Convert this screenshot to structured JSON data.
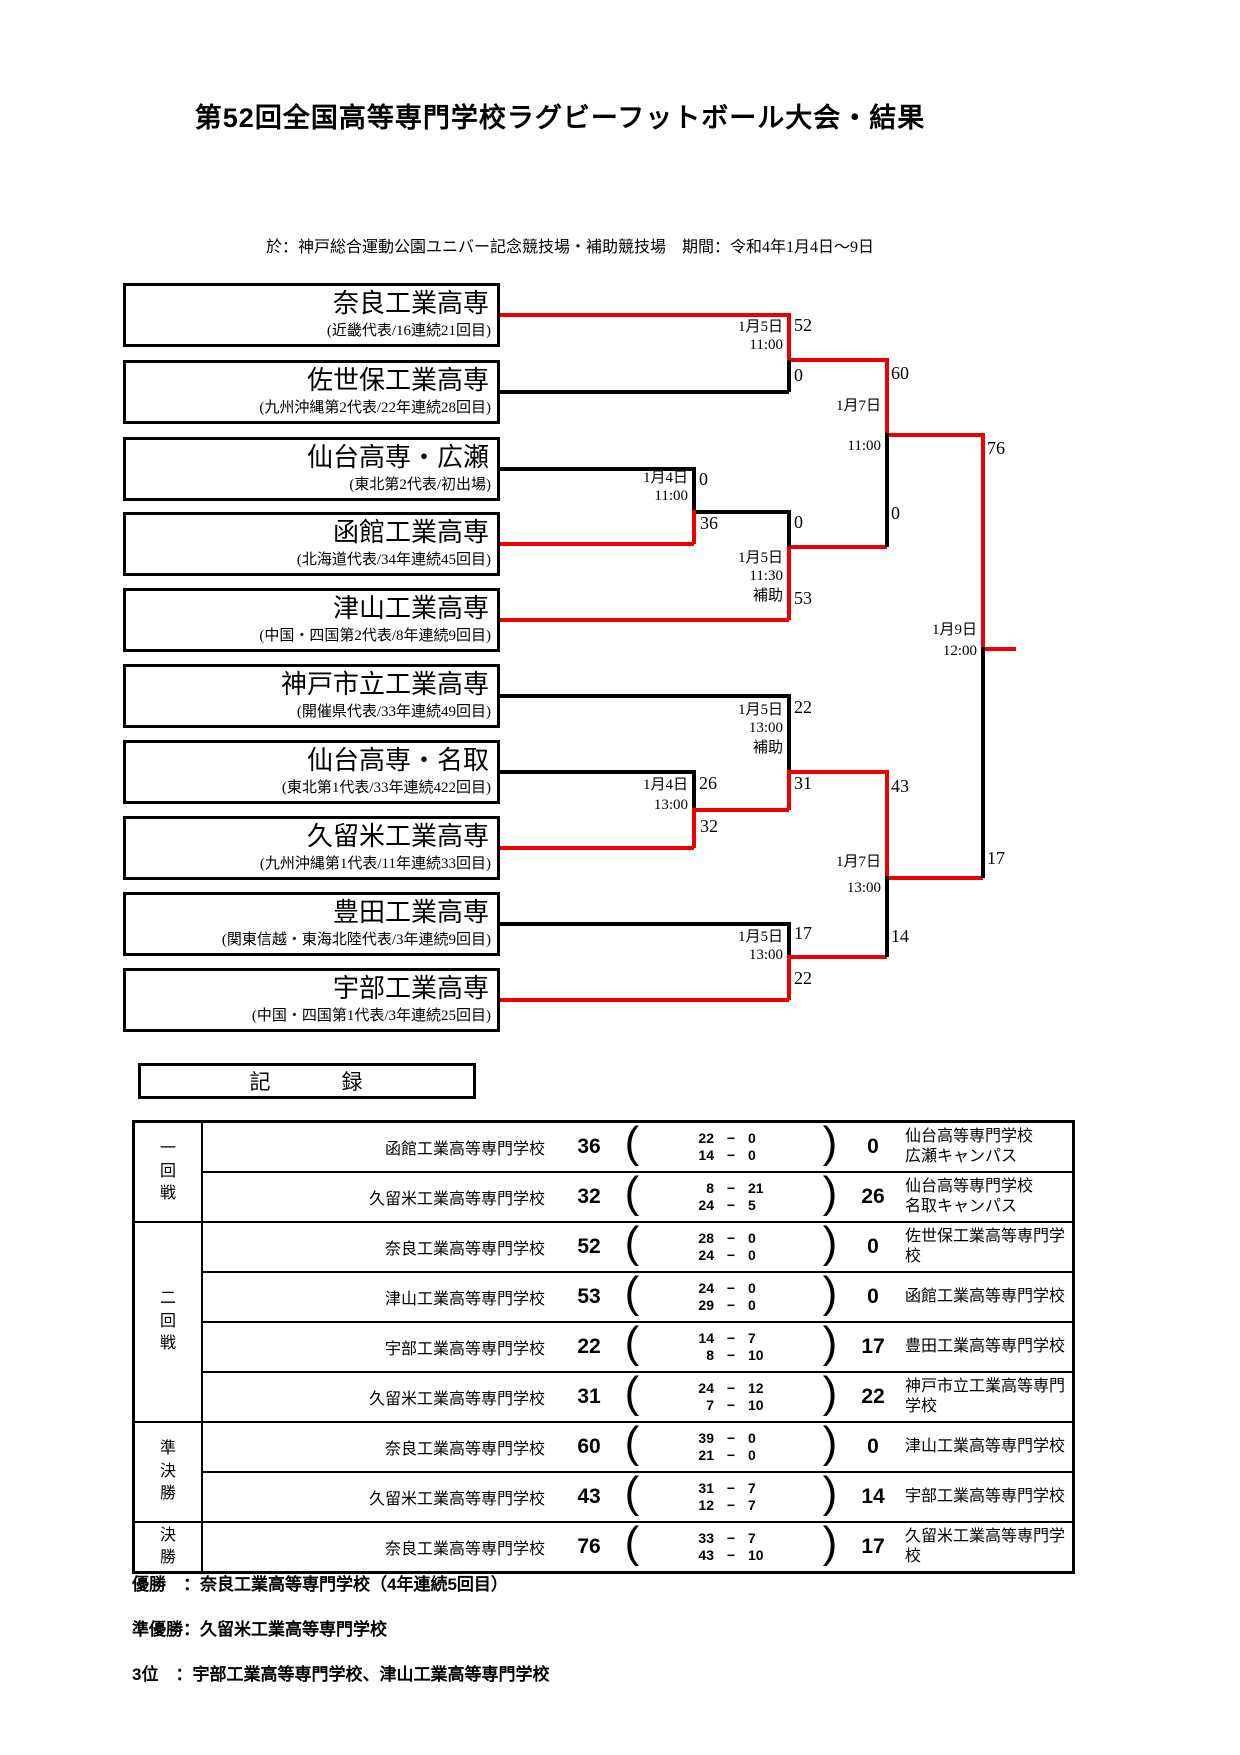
{
  "title": "第52回全国高等専門学校ラグビーフットボール大会・結果",
  "subtitle": "於：神戸総合運動公園ユニバー記念競技場・補助競技場　期間：令和4年1月4日～9日",
  "colors": {
    "win": "#ee0000",
    "line": "#000000"
  },
  "bracket": {
    "teams": [
      {
        "name": "奈良工業高専",
        "note": "(近畿代表/16連続21回目)"
      },
      {
        "name": "佐世保工業高専",
        "note": "(九州沖縄第2代表/22年連続28回目)"
      },
      {
        "name": "仙台高専・広瀬",
        "note": "(東北第2代表/初出場)"
      },
      {
        "name": "函館工業高専",
        "note": "(北海道代表/34年連続45回目)"
      },
      {
        "name": "津山工業高専",
        "note": "(中国・四国第2代表/8年連続9回目)"
      },
      {
        "name": "神戸市立工業高専",
        "note": "(開催県代表/33年連続49回目)"
      },
      {
        "name": "仙台高専・名取",
        "note": "(東北第1代表/33年連続422回目)"
      },
      {
        "name": "久留米工業高専",
        "note": "(九州沖縄第1代表/11年連続33回目)"
      },
      {
        "name": "豊田工業高専",
        "note": "(関東信越・東海北陸代表/3年連続9回目)"
      },
      {
        "name": "宇部工業高専",
        "note": "(中国・四国第1代表/3年連続25回目)"
      }
    ],
    "junctions": [
      {
        "date": "1月5日",
        "time": "11:00",
        "venue": "",
        "score_top": "52",
        "score_bottom": "0"
      },
      {
        "date": "1月4日",
        "time": "11:00",
        "venue": "",
        "score_top": "0",
        "score_bottom": "36"
      },
      {
        "date": "1月5日",
        "time": "11:30",
        "venue": "補助",
        "score_top": "0",
        "score_bottom": "53"
      },
      {
        "date": "1月4日",
        "time": "13:00",
        "venue": "",
        "score_top": "26",
        "score_bottom": "32"
      },
      {
        "date": "1月5日",
        "time": "13:00",
        "venue": "補助",
        "score_top": "22",
        "score_bottom": "31"
      },
      {
        "date": "1月5日",
        "time": "13:00",
        "venue": "",
        "score_top": "17",
        "score_bottom": "22"
      },
      {
        "date": "1月7日",
        "time": "11:00",
        "venue": "",
        "score_top": "60",
        "score_bottom": "0"
      },
      {
        "date": "1月7日",
        "time": "13:00",
        "venue": "",
        "score_top": "43",
        "score_bottom": "14"
      },
      {
        "date": "1月9日",
        "time": "12:00",
        "venue": "",
        "score_top": "76",
        "score_bottom": "17"
      }
    ]
  },
  "record_header": "記　　　録",
  "results": {
    "paren_open": "(",
    "paren_close": ")",
    "dash": "−",
    "groups": [
      {
        "round": "一\n回\n戦",
        "rows": [
          {
            "team1": "函館工業高等専門学校",
            "score1": "36",
            "h1a": "22",
            "h1b": "0",
            "h2a": "14",
            "h2b": "0",
            "score2": "0",
            "team2": "仙台高等専門学校\n広瀬キャンパス"
          },
          {
            "team1": "久留米工業高等専門学校",
            "score1": "32",
            "h1a": "8",
            "h1b": "21",
            "h2a": "24",
            "h2b": "5",
            "score2": "26",
            "team2": "仙台高等専門学校\n名取キャンパス"
          }
        ]
      },
      {
        "round": "二\n回\n戦",
        "rows": [
          {
            "team1": "奈良工業高等専門学校",
            "score1": "52",
            "h1a": "28",
            "h1b": "0",
            "h2a": "24",
            "h2b": "0",
            "score2": "0",
            "team2": "佐世保工業高等専門学校"
          },
          {
            "team1": "津山工業高等専門学校",
            "score1": "53",
            "h1a": "24",
            "h1b": "0",
            "h2a": "29",
            "h2b": "0",
            "score2": "0",
            "team2": "函館工業高等専門学校"
          },
          {
            "team1": "宇部工業高等専門学校",
            "score1": "22",
            "h1a": "14",
            "h1b": "7",
            "h2a": "8",
            "h2b": "10",
            "score2": "17",
            "team2": "豊田工業高等専門学校"
          },
          {
            "team1": "久留米工業高等専門学校",
            "score1": "31",
            "h1a": "24",
            "h1b": "12",
            "h2a": "7",
            "h2b": "10",
            "score2": "22",
            "team2": "神戸市立工業高等専門学校"
          }
        ]
      },
      {
        "round": "準\n決\n勝",
        "rows": [
          {
            "team1": "奈良工業高等専門学校",
            "score1": "60",
            "h1a": "39",
            "h1b": "0",
            "h2a": "21",
            "h2b": "0",
            "score2": "0",
            "team2": "津山工業高等専門学校"
          },
          {
            "team1": "久留米工業高等専門学校",
            "score1": "43",
            "h1a": "31",
            "h1b": "7",
            "h2a": "12",
            "h2b": "7",
            "score2": "14",
            "team2": "宇部工業高等専門学校"
          }
        ]
      },
      {
        "round": "決\n勝",
        "rows": [
          {
            "team1": "奈良工業高等専門学校",
            "score1": "76",
            "h1a": "33",
            "h1b": "7",
            "h2a": "43",
            "h2b": "10",
            "score2": "17",
            "team2": "久留米工業高等専門学校"
          }
        ]
      }
    ]
  },
  "footer": {
    "champion": "優勝　：奈良工業高等専門学校（4年連続5回目）",
    "runner_up": "準優勝：久留米工業高等専門学校",
    "third": "3位　：宇部工業高等専門学校、津山工業高等専門学校"
  }
}
